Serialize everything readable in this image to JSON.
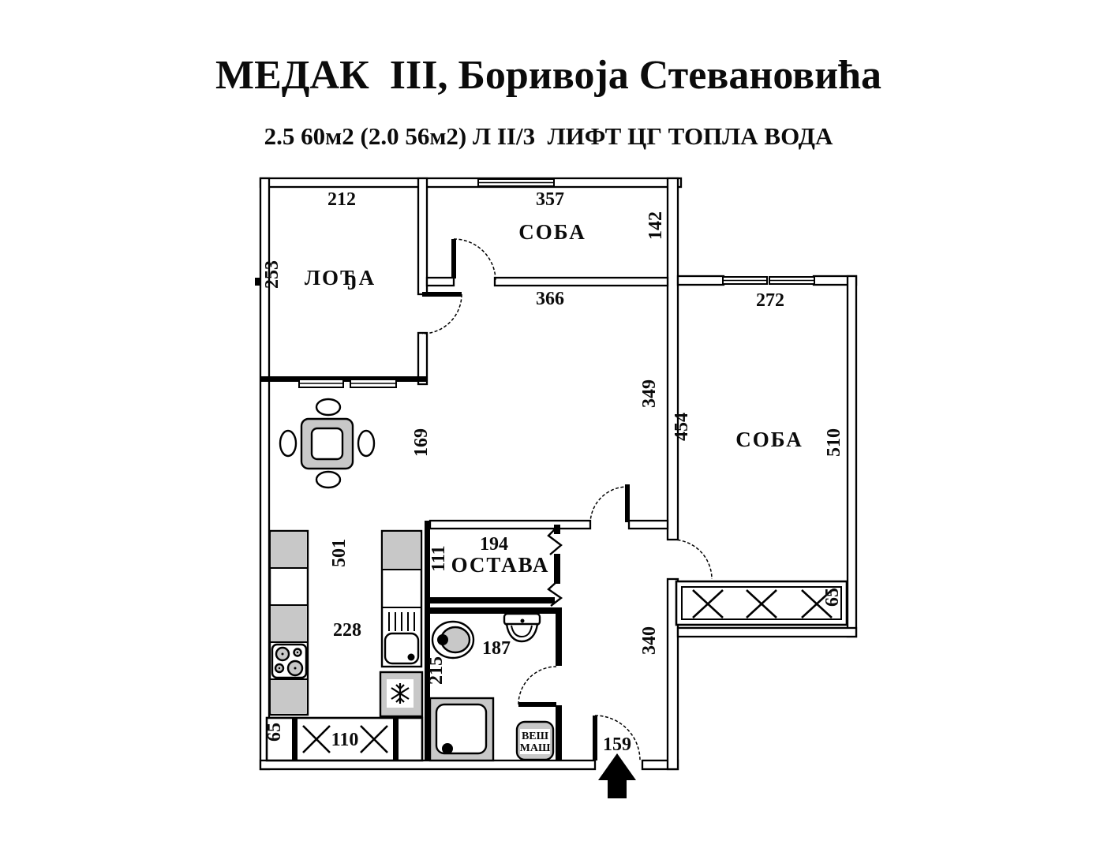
{
  "header": {
    "title": "МЕДАК  III, Боривоја Стевановића",
    "subtitle": "2.5 60м2 (2.0 56м2) Л II/3  ЛИФТ ЦГ ТОПЛА ВОДА"
  },
  "rooms": {
    "loggia": "ЛОЂА",
    "bedroom_top": "СОБА",
    "bedroom_right": "СОБА",
    "pantry": "ОСТАВА"
  },
  "appliances": {
    "washer_line1": "ВЕШ",
    "washer_line2": "МАШ"
  },
  "dimensions": {
    "loggia_width": "212",
    "loggia_depth": "253",
    "bedroom_top_width": "357",
    "bedroom_top_depth": "142",
    "corridor_width": "366",
    "bedroom_right_width": "272",
    "hall_side_height": "349",
    "bedroom_right_inner": "454",
    "bedroom_right_height": "510",
    "living_width": "169",
    "pantry_width": "194",
    "pantry_depth": "111",
    "kitchen_length": "501",
    "kitchen_width": "228",
    "bath_width": "187",
    "bath_depth": "215",
    "balcony_left_width": "110",
    "balcony_left_depth": "65",
    "balcony_right_depth": "65",
    "entry_height": "340",
    "entry_width": "159"
  },
  "colors": {
    "wall": "#000000",
    "furniture_gray": "#c8c8c8",
    "background": "#ffffff"
  }
}
